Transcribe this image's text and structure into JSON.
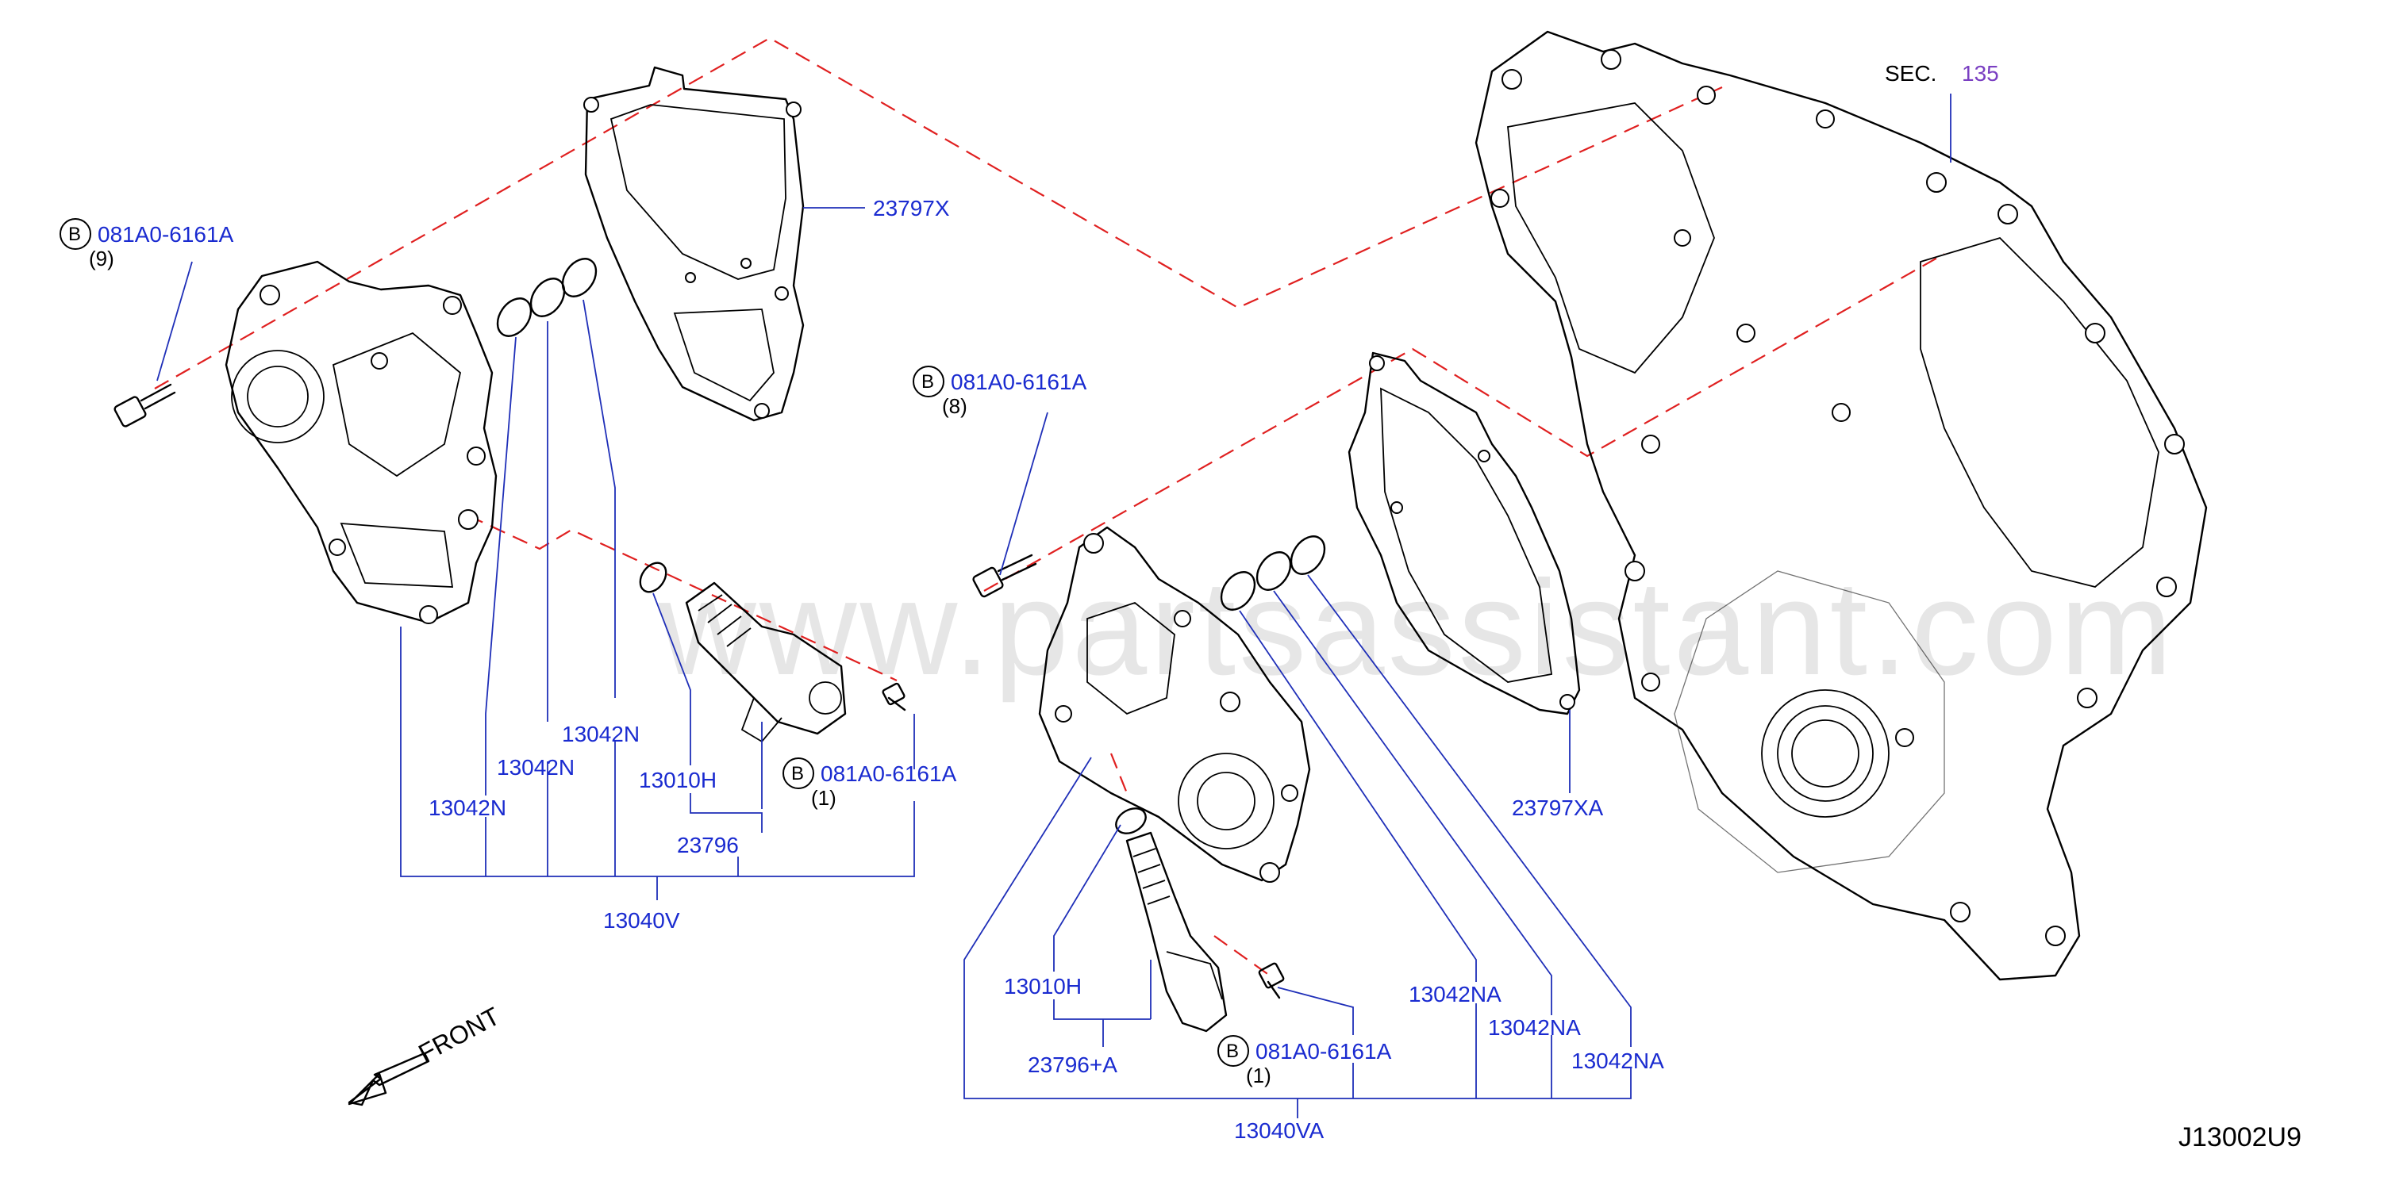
{
  "watermark": "www.partsassistant.com",
  "figure_code": "J13002U9",
  "section_ref": {
    "prefix": "SEC.",
    "number": "135"
  },
  "front_label": "FRONT",
  "bolt_marker": "B",
  "parts": {
    "gasket_upper": "23797X",
    "gasket_lower": "23797XA",
    "bolt_left": "081A0-6161A",
    "bolt_left_qty": "(9)",
    "bolt_mid_upper": "081A0-6161A",
    "bolt_mid_upper_qty": "(8)",
    "bolt_sol_left": "081A0-6161A",
    "bolt_sol_left_qty": "(1)",
    "bolt_sol_right": "081A0-6161A",
    "bolt_sol_right_qty": "(1)",
    "oring_left_1": "13042N",
    "oring_left_2": "13042N",
    "oring_left_3": "13042N",
    "oring_right_1": "13042NA",
    "oring_right_2": "13042NA",
    "oring_right_3": "13042NA",
    "oring_sol_left": "13010H",
    "oring_sol_right": "13010H",
    "solenoid_left": "23796",
    "solenoid_right": "23796+A",
    "cover_left": "13040V",
    "cover_right": "13040VA"
  }
}
